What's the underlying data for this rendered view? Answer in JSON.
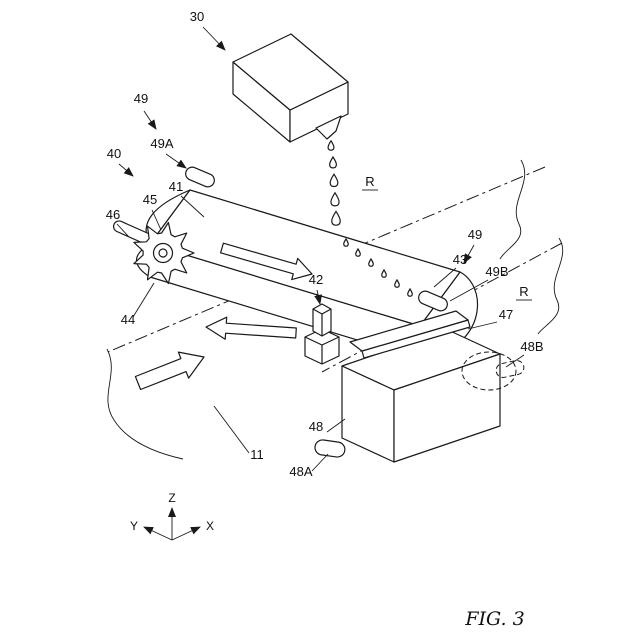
{
  "figure": {
    "caption": "FIG. 3",
    "axis": {
      "x": "X",
      "y": "Y",
      "z": "Z"
    },
    "ref_labels": {
      "n30": "30",
      "n40": "40",
      "n41": "41",
      "n42": "42",
      "n43": "43",
      "n44": "44",
      "n45": "45",
      "n46": "46",
      "n47": "47",
      "n48": "48",
      "n48A": "48A",
      "n48B": "48B",
      "n49_left": "49",
      "n49_right": "49",
      "n49A": "49A",
      "n49B": "49B",
      "n11": "11",
      "r1": "R",
      "r2": "R"
    }
  }
}
